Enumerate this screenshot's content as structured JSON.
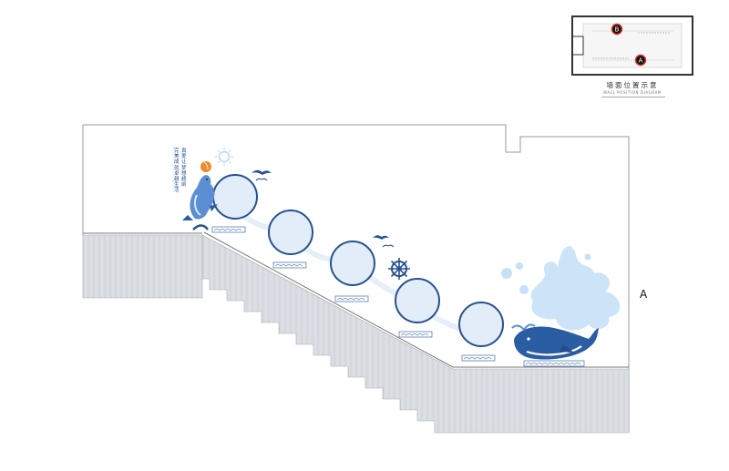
{
  "key_plan": {
    "title": "墙面位置示意",
    "subtitle": "WALL POSITION DIAGRAM",
    "marker_a": "A",
    "marker_b": "B"
  },
  "elevation": {
    "side_label": "A",
    "slogan_column_1": "真爱让梦想超前",
    "slogan_column_2": "完美成就卓越生活",
    "frames": [
      {
        "name": "frame-1"
      },
      {
        "name": "frame-2"
      },
      {
        "name": "frame-3"
      },
      {
        "name": "frame-4"
      },
      {
        "name": "frame-5"
      }
    ]
  },
  "colors": {
    "wall_panel": "#d7dbe0",
    "frame_fill": "#e2edf9",
    "frame_stroke": "#27518f",
    "splash": "#c6e0f7",
    "whale": "#2b5da3",
    "seal": "#5b8ed3",
    "ball": "#f08a2a",
    "sun": "#b9d7ef",
    "outline": "#999999"
  }
}
